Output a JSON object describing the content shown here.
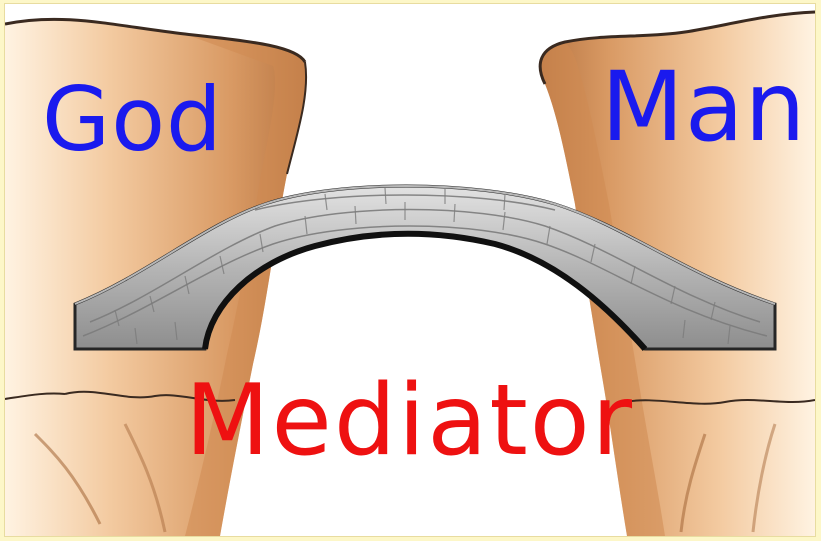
{
  "labels": {
    "left": "God",
    "right": "Man",
    "center": "Mediator"
  },
  "colors": {
    "left_label": "#1a1aee",
    "right_label": "#1a1aee",
    "center_label": "#ee1111",
    "page_background": "#fdf7c8",
    "cliff": "#d79b66",
    "bridge_stone": "#b7b7b7"
  },
  "icons": {
    "left_cliff": "cliff-icon",
    "right_cliff": "cliff-icon",
    "bridge": "stone-bridge-icon"
  }
}
